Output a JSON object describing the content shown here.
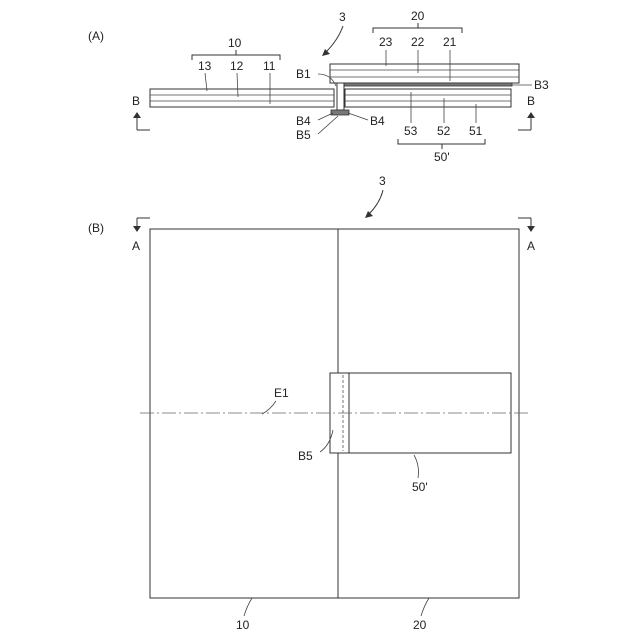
{
  "figure_a": {
    "panel_label": "(A)",
    "assembly_label": "3",
    "group_left": {
      "label": "10",
      "layers": [
        "13",
        "12",
        "11"
      ]
    },
    "group_right": {
      "label": "20",
      "layers": [
        "23",
        "22",
        "21"
      ]
    },
    "group_bottom": {
      "label": "50'",
      "layers": [
        "53",
        "52",
        "51"
      ]
    },
    "b1": "B1",
    "b3": "B3",
    "b4_left": "B4",
    "b4_right": "B4",
    "b5": "B5",
    "section_left": "B",
    "section_right": "B"
  },
  "figure_b": {
    "panel_label": "(B)",
    "assembly_label": "3",
    "section_left": "A",
    "section_right": "A",
    "e1": "E1",
    "b5": "B5",
    "part_50": "50'",
    "part_10": "10",
    "part_20": "20"
  }
}
